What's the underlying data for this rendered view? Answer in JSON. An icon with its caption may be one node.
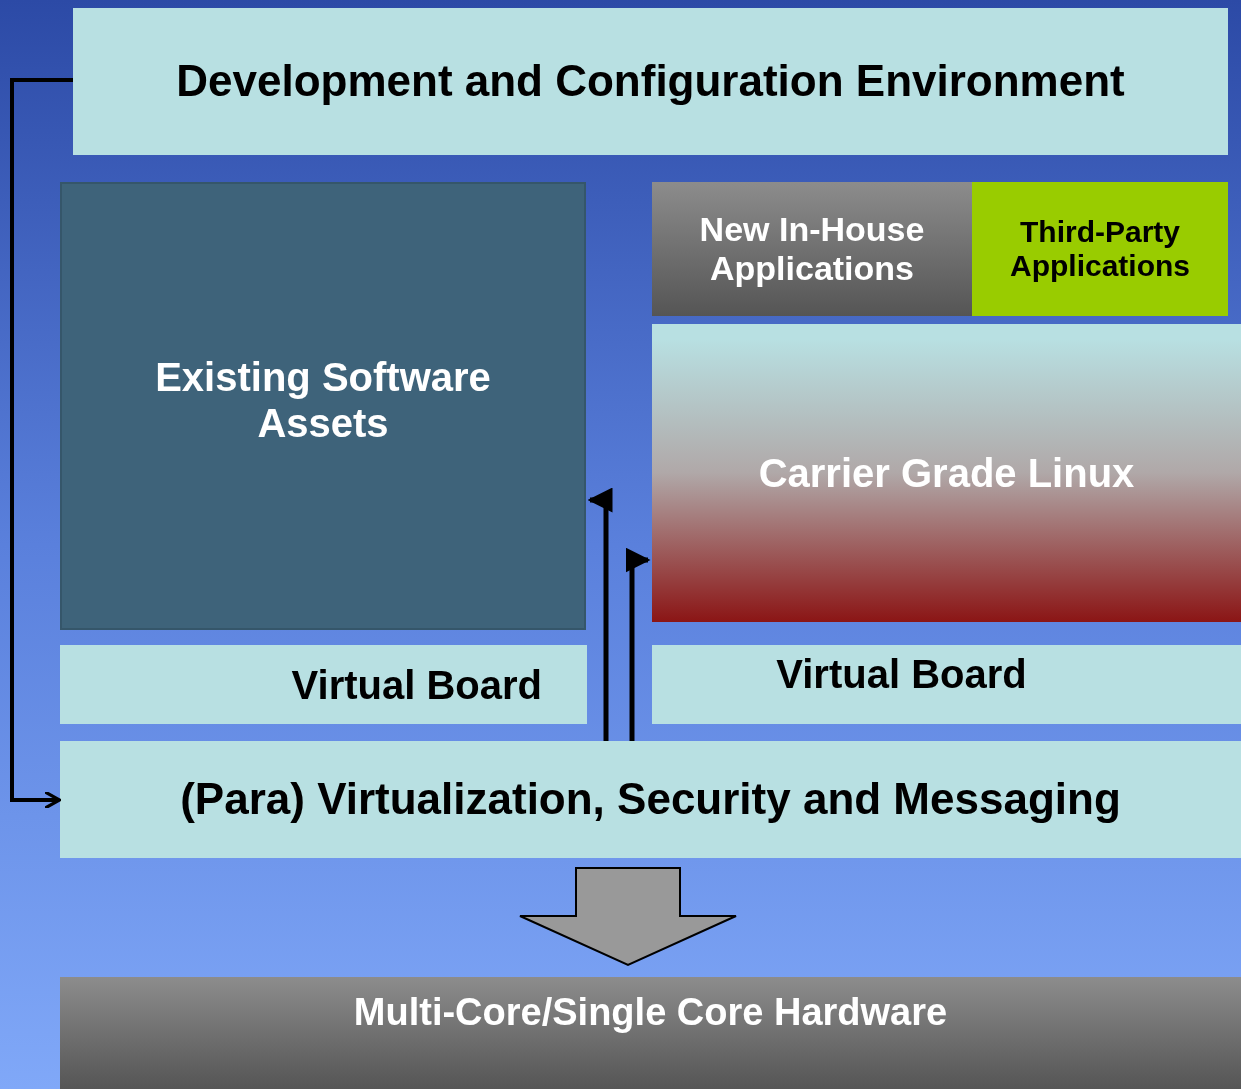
{
  "diagram": {
    "nodes": [
      {
        "text": [
          "Development and Configuration Environment"
        ]
      },
      {
        "text": [
          "Existing Software Assets"
        ]
      },
      {
        "text": [
          "New In-House Applications"
        ]
      },
      {
        "text": [
          "Third-Party Applications"
        ]
      },
      {
        "text": [
          "Carrier Grade Linux"
        ]
      },
      {
        "text": [
          "Virtual Board"
        ]
      },
      {
        "text": [
          "Virtual Board"
        ]
      },
      {
        "text": [
          "(Para) Virtualization, Security and Messaging"
        ]
      },
      {
        "text": [
          "Multi-Core/Single Core Hardware"
        ]
      }
    ],
    "edges": [
      {
        "from": 0,
        "to": 7,
        "arrow": "to"
      },
      {
        "from": 7,
        "to": 1,
        "arrow": "to"
      },
      {
        "from": 7,
        "to": 4,
        "arrow": "to"
      },
      {
        "from": 7,
        "to": 8,
        "arrow": "to",
        "style": "thick",
        "color": "#999999"
      }
    ]
  }
}
